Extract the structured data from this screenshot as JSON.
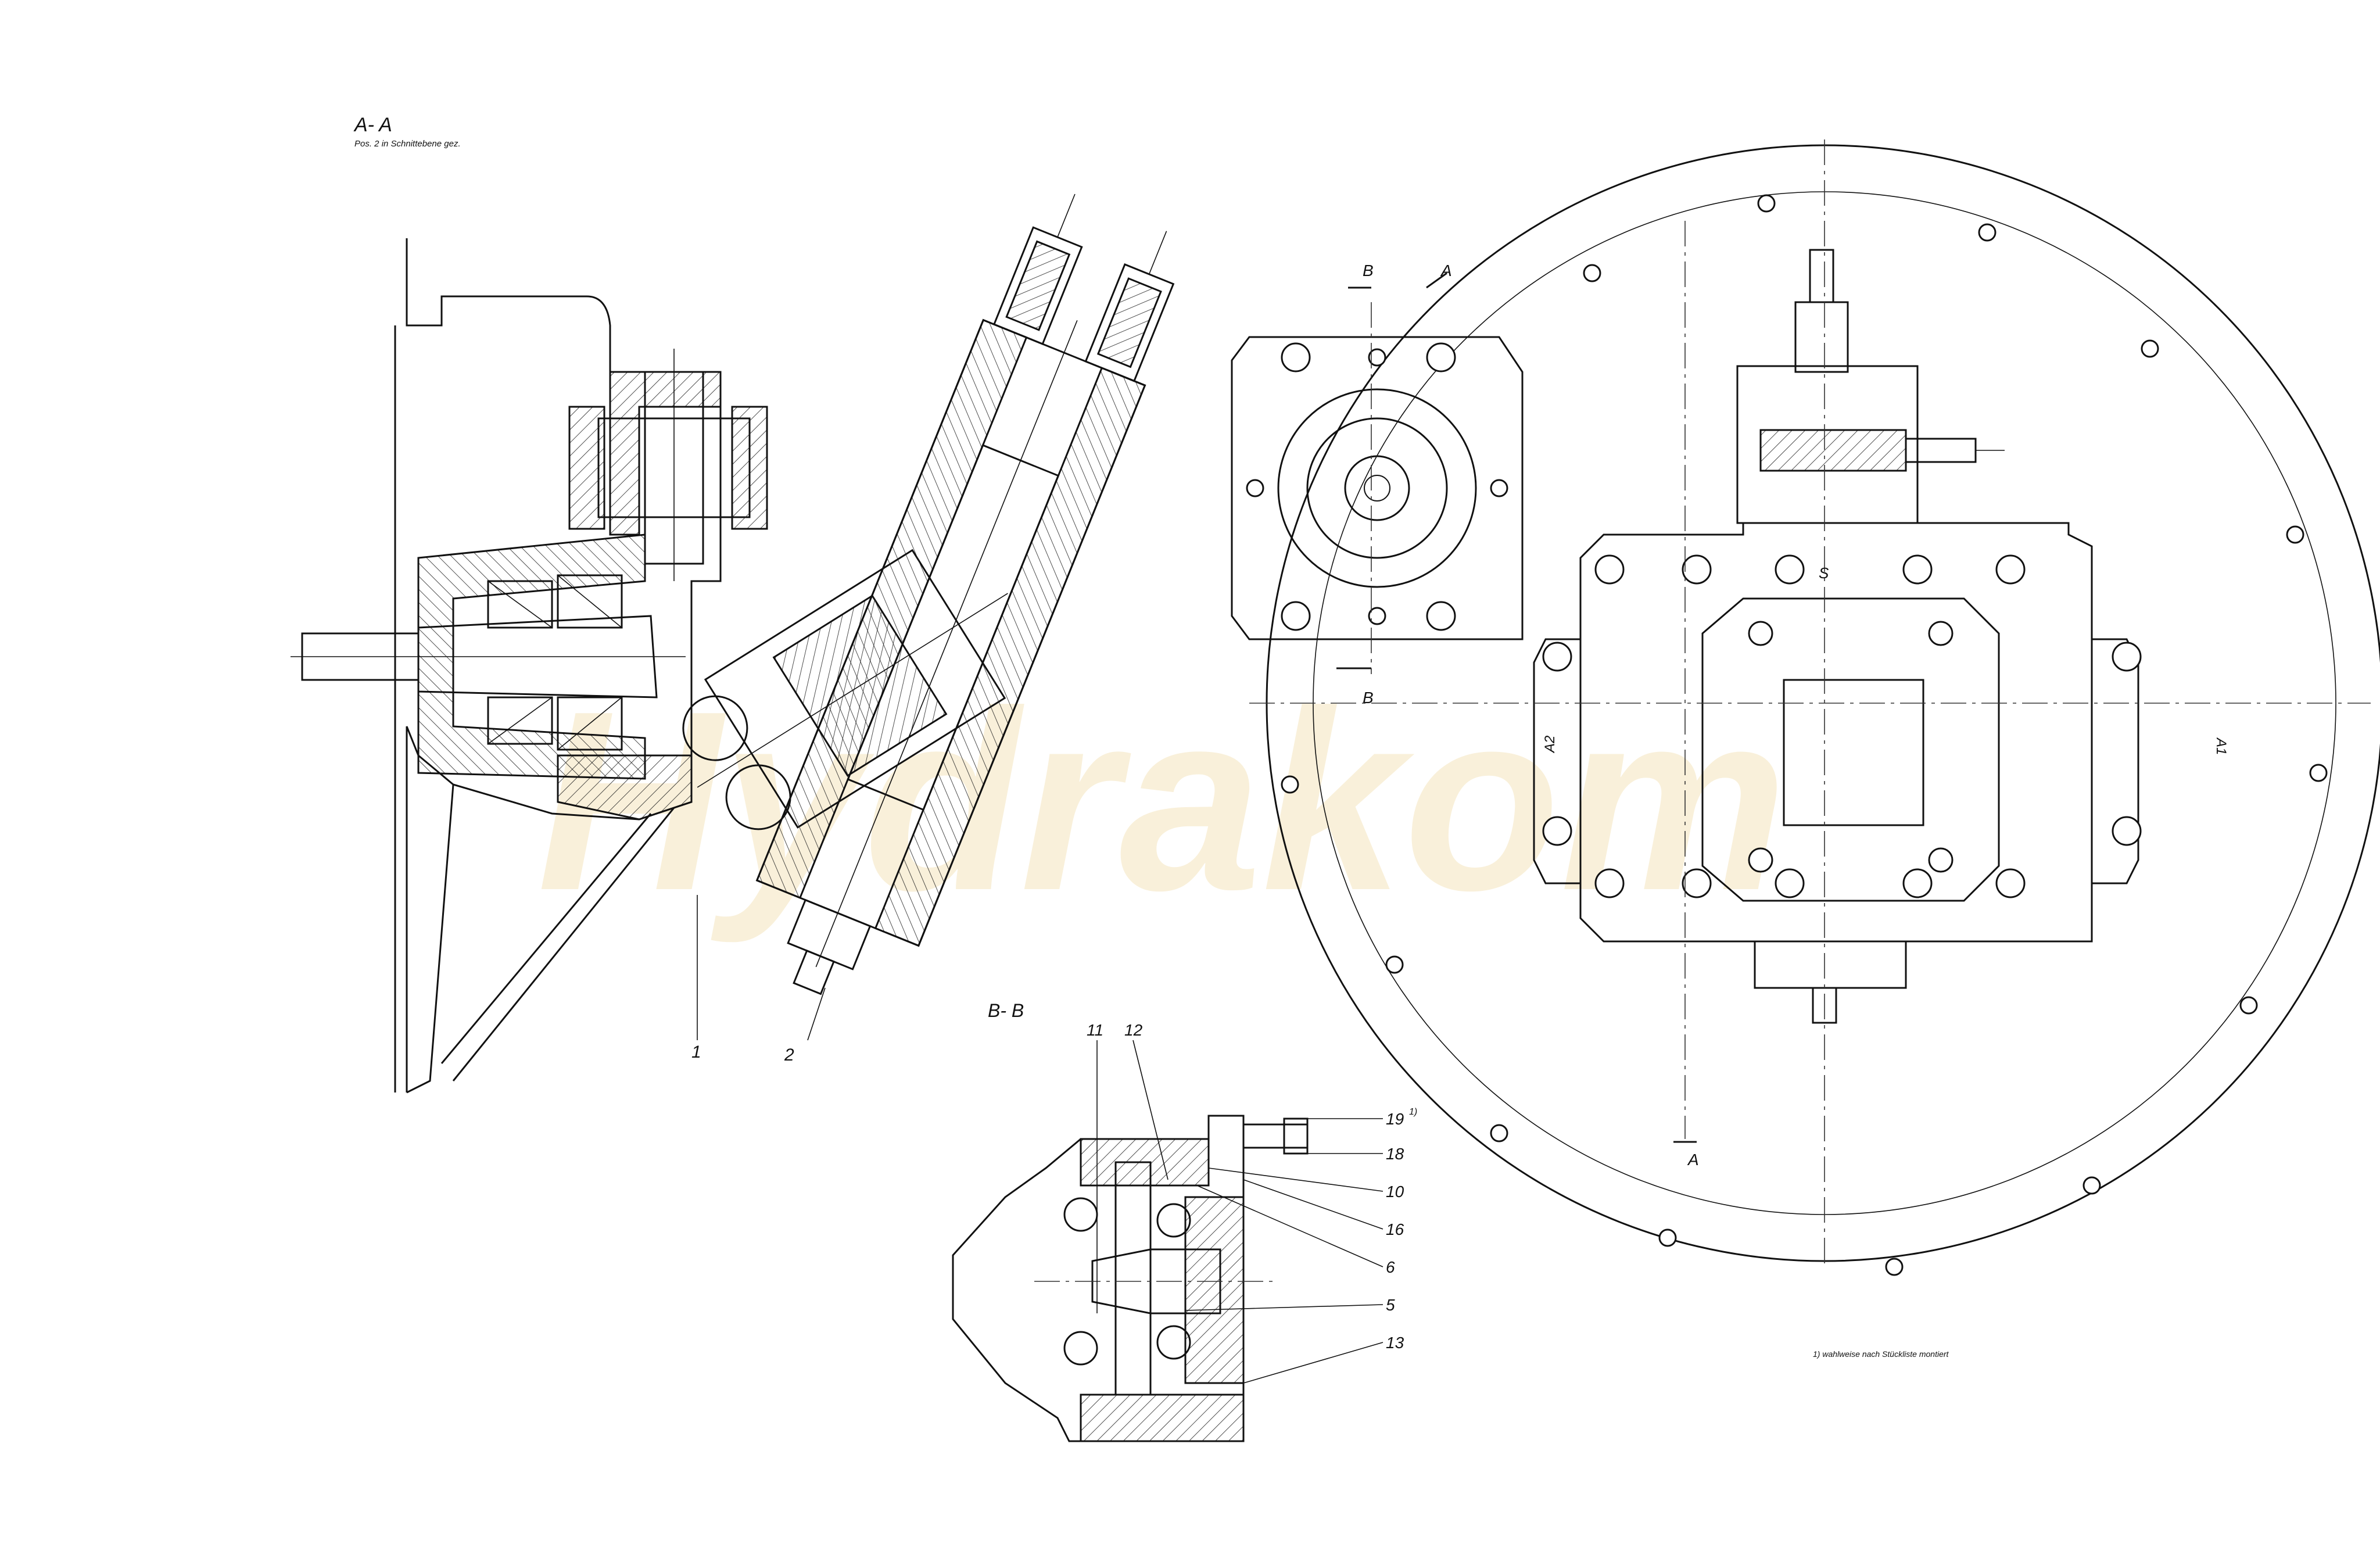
{
  "section_aa": {
    "title": "A- A",
    "note": "Pos. 2 in Schnittebene gez."
  },
  "section_bb": {
    "title": "B- B"
  },
  "callouts": {
    "c1": "1",
    "c2": "2",
    "c11": "11",
    "c12": "12",
    "c19": "19",
    "c19_sup": "1)",
    "c18": "18",
    "c10": "10",
    "c16": "16",
    "c6": "6",
    "c5": "5",
    "c13": "13"
  },
  "section_marks": {
    "b_top": "B",
    "a_top": "A",
    "b_bottom": "B",
    "a_bottom": "A"
  },
  "port_labels": {
    "s": "S",
    "a2": "A2",
    "a1": "A1"
  },
  "footnote": "1) wahlweise nach Stückliste montiert",
  "watermark": "Hydrakom"
}
